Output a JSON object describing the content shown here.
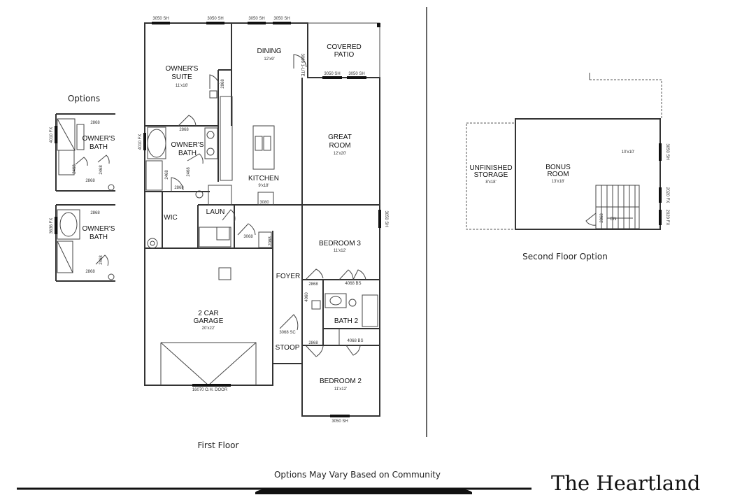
{
  "plan": {
    "name": "The Heartland",
    "note": "Options May Vary Based on Community"
  },
  "captions": {
    "first_floor": "First Floor",
    "second_floor": "Second Floor Option",
    "options": "Options"
  },
  "first_floor": {
    "owners_suite": {
      "l1": "OWNER'S",
      "l2": "SUITE",
      "dim": "11'x16'"
    },
    "dining": {
      "name": "DINING",
      "dim": "12'x9'"
    },
    "covered_patio": {
      "l1": "COVERED",
      "l2": "PATIO"
    },
    "great_room": {
      "l1": "GREAT",
      "l2": "ROOM",
      "dim": "12'x20'"
    },
    "owners_bath": {
      "l1": "OWNER'S",
      "l2": "BATH"
    },
    "kitchen": {
      "name": "KITCHEN",
      "dim": "9'x18'"
    },
    "wic": "WIC",
    "laun": "LAUN",
    "bedroom3": {
      "name": "BEDROOM 3",
      "dim": "11'x12'"
    },
    "foyer": "FOYER",
    "garage": {
      "l1": "2 CAR",
      "l2": "GARAGE",
      "dim": "20'x22'"
    },
    "bath2": "BATH 2",
    "stoop": "STOOP",
    "bedroom2": {
      "name": "BEDROOM 2",
      "dim": "11'x12'"
    },
    "garage_door": "16070 O.H. DOOR"
  },
  "option_baths": {
    "a": {
      "l1": "OWNER'S",
      "l2": "BATH"
    },
    "b": {
      "l1": "OWNER'S",
      "l2": "BATH"
    }
  },
  "second_floor": {
    "storage": {
      "l1": "UNFINISHED",
      "l2": "STORAGE",
      "dim": "8'x18'"
    },
    "bonus": {
      "l1": "BONUS",
      "l2": "ROOM",
      "dim": "13'x18'"
    },
    "size_note": "10'x10'",
    "dn": "DN"
  },
  "dim_labels": {
    "w3050": "3050 SH",
    "w3050_sc": "3068 SC",
    "d2868": "2868",
    "d2468": "2468",
    "d2068": "2068",
    "d3068": "3068",
    "d3080": "3080",
    "d4068": "4068 BS",
    "fx4010": "4010 FX",
    "fx3636": "3636 FX",
    "fx2020": "2020 FX",
    "lite": "3068 1-LITE",
    "d4060": "4060"
  }
}
